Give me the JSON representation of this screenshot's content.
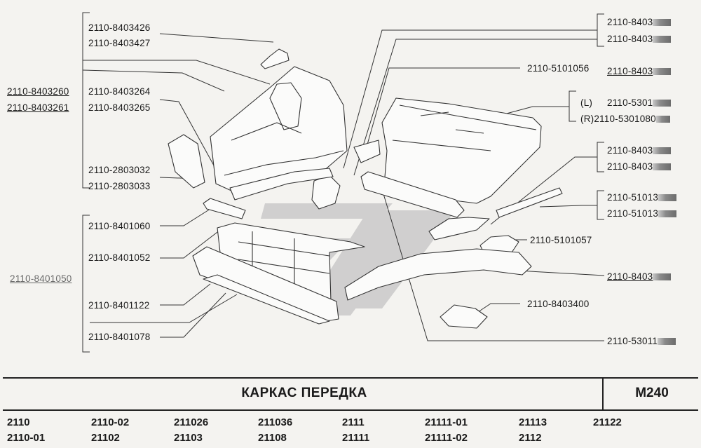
{
  "labels": {
    "l_8403426": "2110-8403426",
    "l_8403427": "2110-8403427",
    "l_8403260": "2110-8403260",
    "l_8403261": "2110-8403261",
    "l_8403264": "2110-8403264",
    "l_8403265": "2110-8403265",
    "l_2803032": "2110-2803032",
    "l_2803033": "2110-2803033",
    "l_8401060": "2110-8401060",
    "l_8401052": "2110-8401052",
    "l_8401050": "2110-8401050",
    "l_8401122": "2110-8401122",
    "l_8401078": "2110-8401078",
    "r_8403_a": "2110-8403",
    "r_8403_b": "2110-8403",
    "r_5101056": "2110-5101056",
    "r_8403_c": "2110-8403",
    "r_L": "(L)",
    "r_5301_L": "2110-5301",
    "r_R": "(R)2110-5301080",
    "r_8403_d": "2110-8403",
    "r_8403_e": "2110-8403",
    "r_51013_a": "2110-51013",
    "r_51013_b": "2110-51013",
    "r_5101057": "2110-5101057",
    "r_8403_f": "2110-8403",
    "r_8403400": "2110-8403400",
    "r_53011": "2110-53011"
  },
  "title": "КАРКАС  ПЕРЕДКА",
  "code": "M240",
  "models": {
    "c1a": "2110",
    "c1b": "2110-01",
    "c2a": "2110-02",
    "c2b": "21102",
    "c3a": "211026",
    "c3b": "21103",
    "c4a": "211036",
    "c4b": "21108",
    "c5a": "2111",
    "c5b": "21111",
    "c6a": "21111-01",
    "c6b": "21111-02",
    "c7a": "21113",
    "c7b": "2112",
    "c8a": "21122"
  },
  "colors": {
    "line": "#333333",
    "background": "#f4f3f0",
    "watermark": "#b8b8b8"
  }
}
